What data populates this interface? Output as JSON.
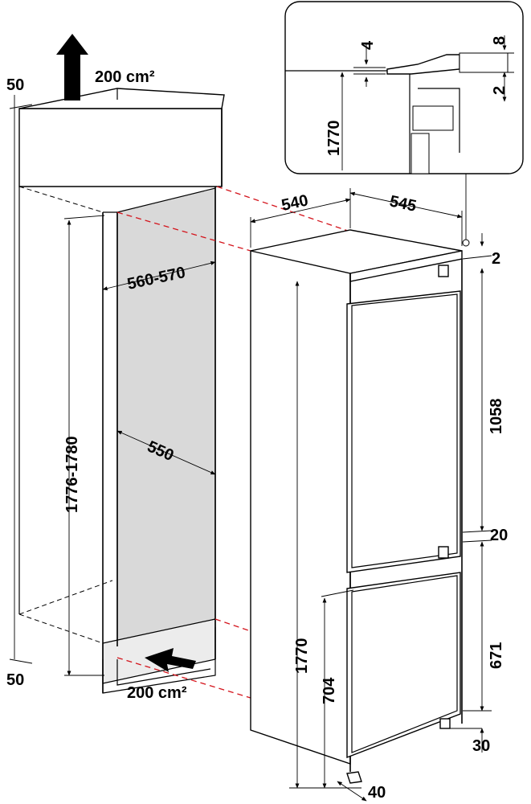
{
  "vent_top": {
    "area": "200 cm²"
  },
  "vent_bottom": {
    "area": "200 cm²"
  },
  "niche": {
    "top_clearance": "50",
    "bottom_clearance": "50",
    "height_range": "1776-1780",
    "width_range": "560-570",
    "depth": "550"
  },
  "appliance": {
    "width": "540",
    "depth": "545",
    "top_gap": "2",
    "upper_door_height": "1058",
    "door_gap": "20",
    "lower_door_height": "671",
    "total_height": "1770",
    "lower_section_height": "704",
    "bottom_gap": "30",
    "foot_depth": "40"
  },
  "detail_inset": {
    "height": "1770",
    "gap_left": "4",
    "gap_right_top": "8",
    "gap_right_bottom": "2"
  },
  "colors": {
    "guide_dash": "#d4141c",
    "panel_gray": "#d9d9d9"
  }
}
